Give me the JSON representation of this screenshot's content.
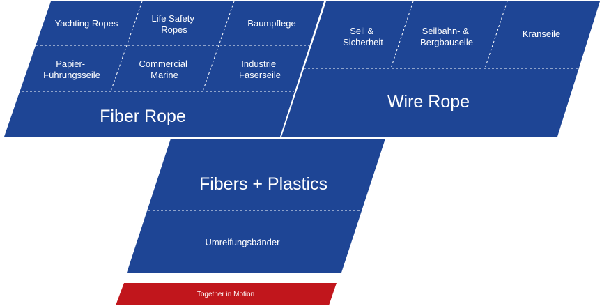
{
  "colors": {
    "brand_blue": "#1e4595",
    "accent_red": "#c1161c",
    "divider": "#ffffff"
  },
  "fiber_rope": {
    "title": "Fiber Rope",
    "segments": [
      {
        "l1": "Yachting Ropes",
        "l2": ""
      },
      {
        "l1": "Life Safety",
        "l2": "Ropes"
      },
      {
        "l1": "Baumpflege",
        "l2": ""
      },
      {
        "l1": "Papier-",
        "l2": "Führungsseile"
      },
      {
        "l1": "Commercial",
        "l2": "Marine"
      },
      {
        "l1": "Industrie",
        "l2": "Faserseile"
      }
    ]
  },
  "wire_rope": {
    "title": "Wire Rope",
    "segments": [
      {
        "l1": "Seil &",
        "l2": "Sicherheit"
      },
      {
        "l1": "Seilbahn- &",
        "l2": "Bergbauseile"
      },
      {
        "l1": "Kranseile",
        "l2": ""
      }
    ]
  },
  "fibers_plastics": {
    "title": "Fibers + Plastics",
    "segments": [
      {
        "l1": "Umreifungsbänder"
      }
    ]
  },
  "tagline": "Together in Motion"
}
